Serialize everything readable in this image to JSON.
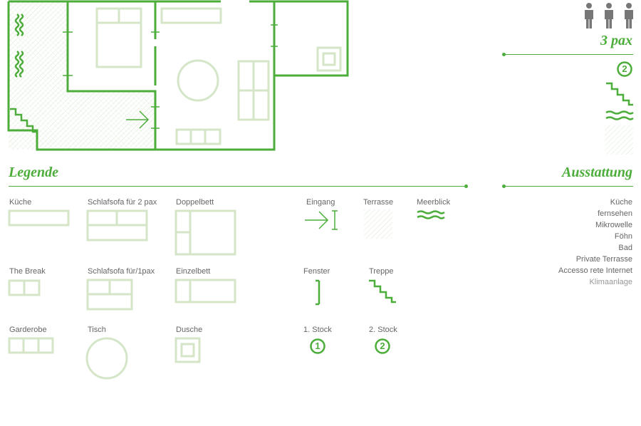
{
  "plan": {
    "pax_label": "3 pax",
    "floor_badge": "2"
  },
  "legend": {
    "title": "Legende",
    "items": {
      "kueche": "Küche",
      "schlafsofa2": "Schlafsofa für 2 pax",
      "doppelbett": "Doppelbett",
      "the_break": "The Break",
      "schlafsofa1": "Schlafsofa für/1pax",
      "einzelbett": "Einzelbett",
      "garderobe": "Garderobe",
      "tisch": "Tisch",
      "dusche": "Dusche",
      "eingang": "Eingang",
      "terrasse": "Terrasse",
      "meerblick": "Meerblick",
      "fenster": "Fenster",
      "treppe": "Treppe",
      "stock1": "1. Stock",
      "stock2": "2. Stock",
      "stock1_badge": "1",
      "stock2_badge": "2"
    }
  },
  "ausstattung": {
    "title": "Ausstattung",
    "items": [
      "Küche",
      "fernsehen",
      "Mikrowelle",
      "Föhn",
      "Bad",
      "Private Terrasse",
      "Accesso rete Internet",
      "Klimaanlage"
    ]
  },
  "colors": {
    "accent": "#4cad3a",
    "furniture": "#d5e6c8",
    "text": "#666666",
    "person_icon": "#777777"
  },
  "icons": [
    "person-icon",
    "staircase-icon",
    "wave-icon",
    "terrace-hatch-icon",
    "entrance-arrow-icon",
    "window-icon",
    "floor-badge-icon"
  ]
}
